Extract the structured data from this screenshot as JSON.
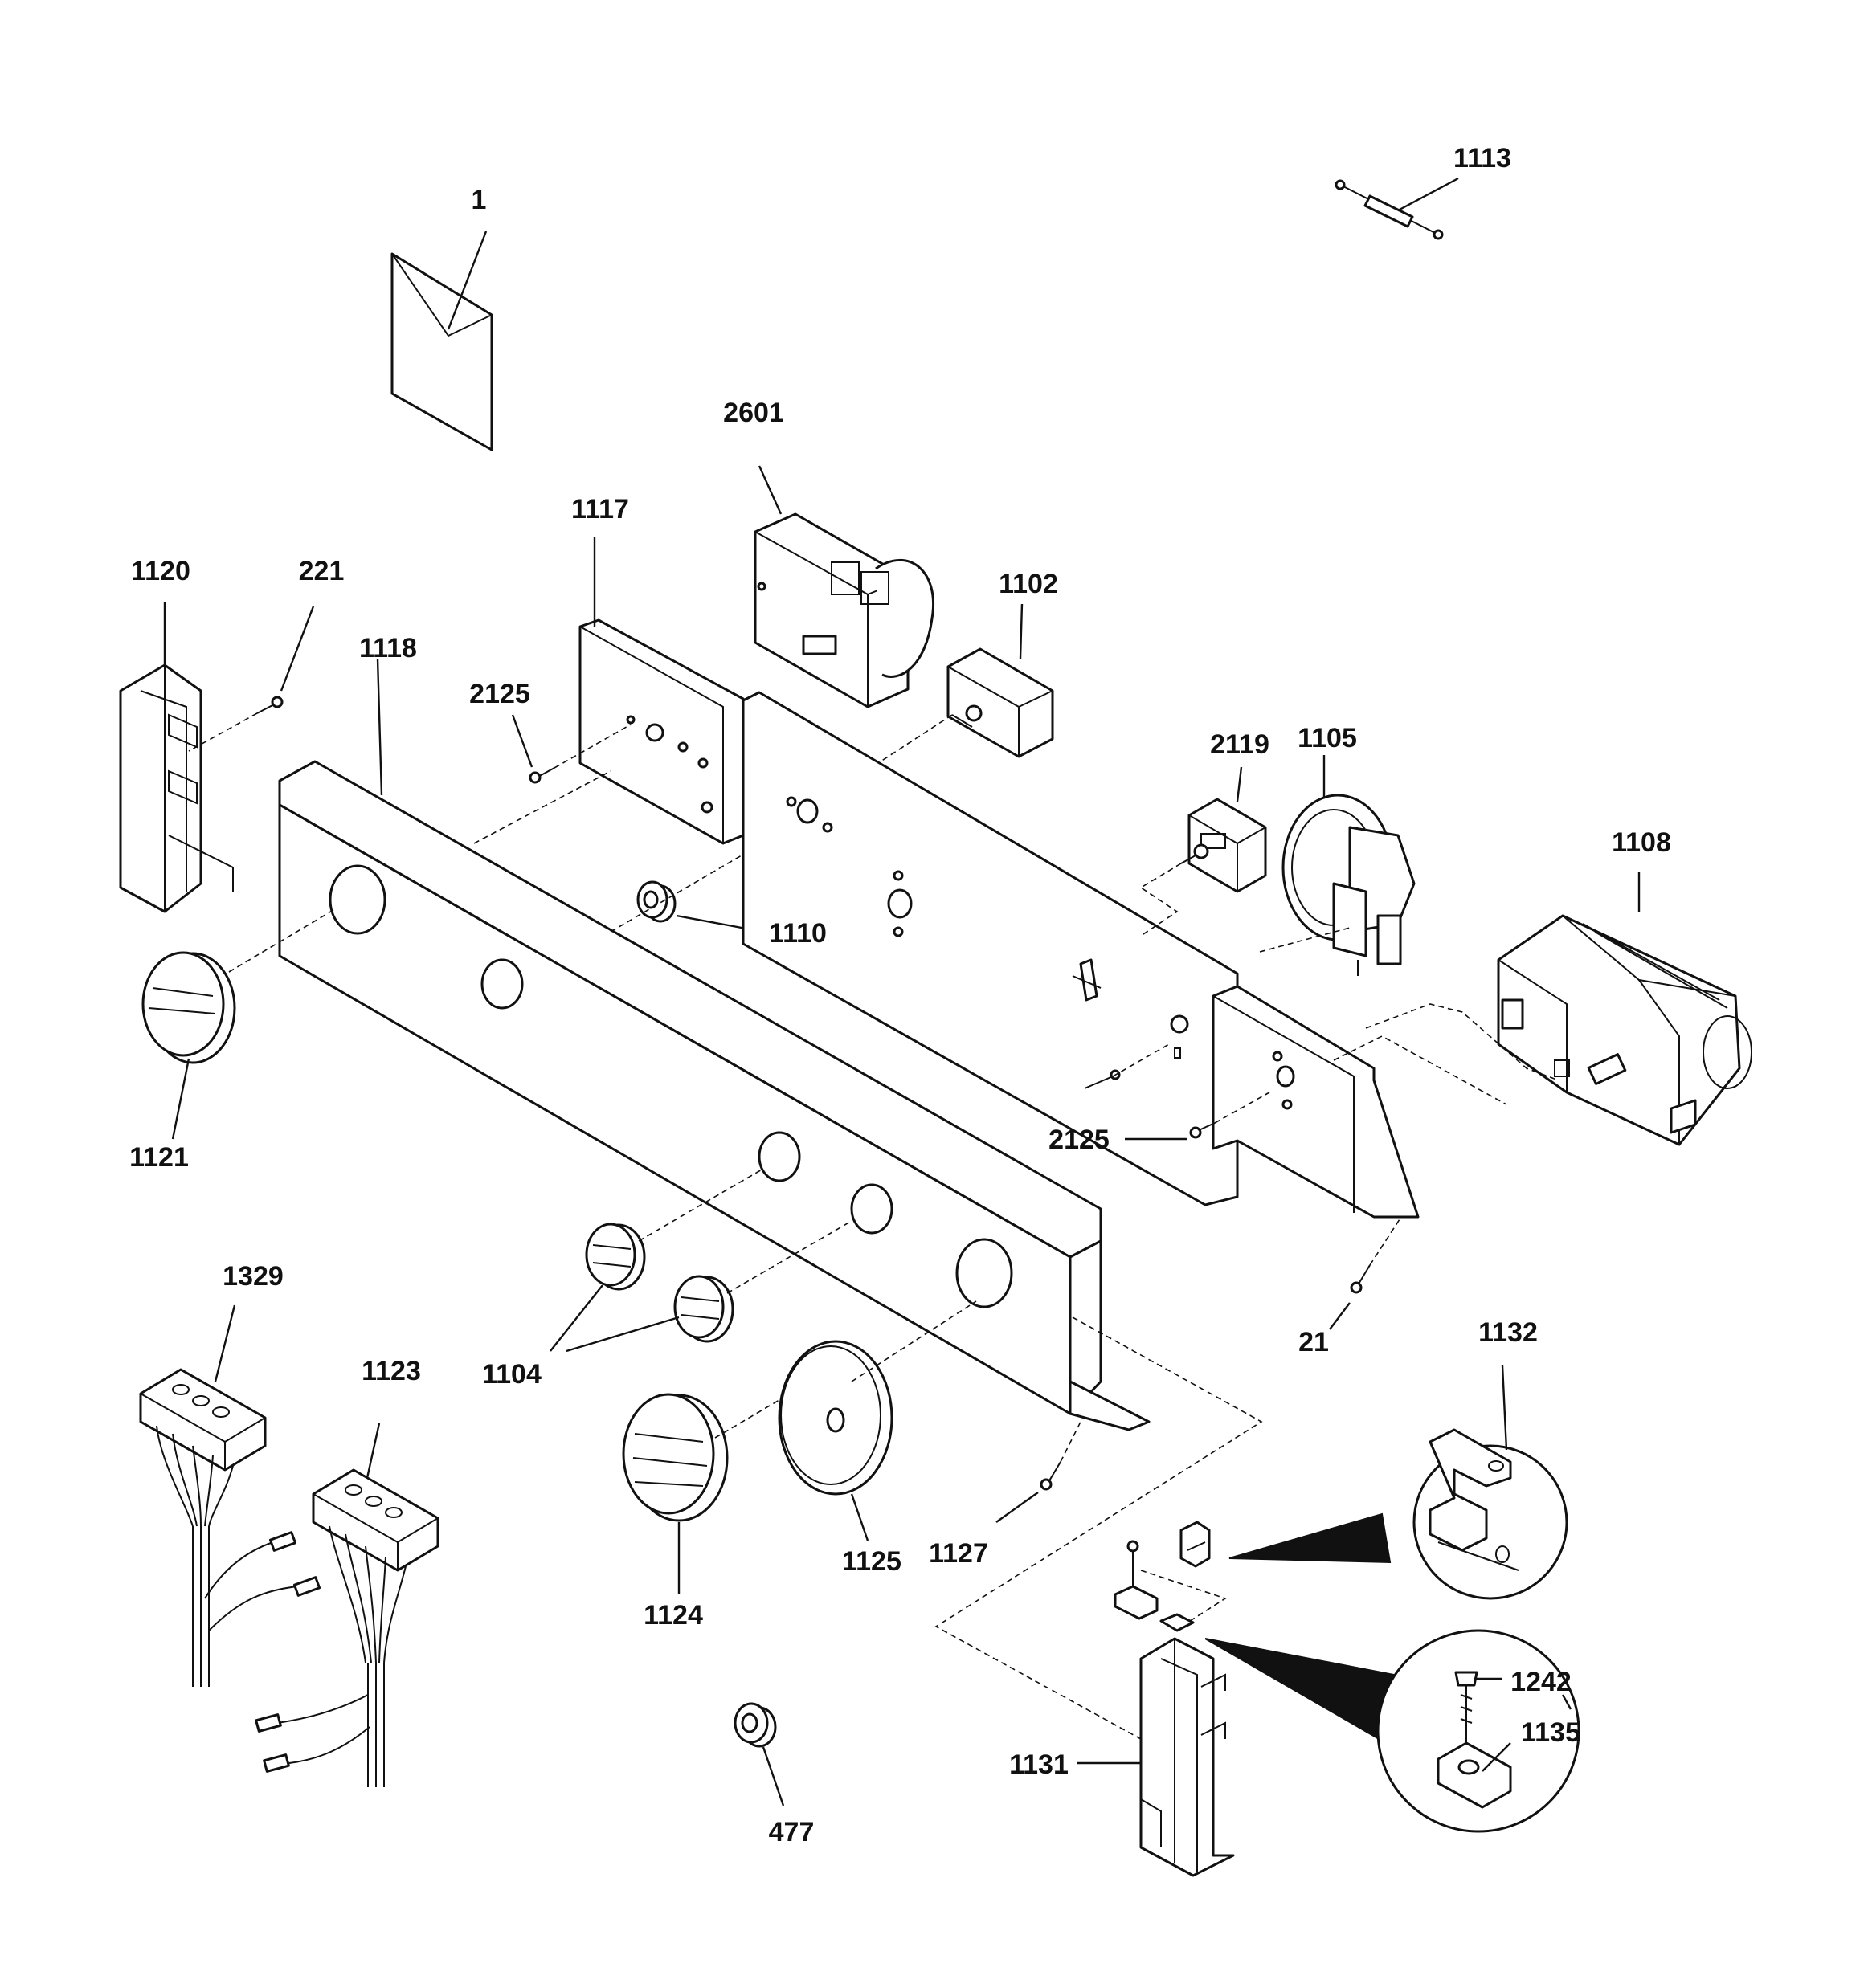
{
  "diagram": {
    "part_labels": [
      {
        "id": "p1",
        "text": "1"
      },
      {
        "id": "p1113",
        "text": "1113"
      },
      {
        "id": "p2601",
        "text": "2601"
      },
      {
        "id": "p1117",
        "text": "1117"
      },
      {
        "id": "p1120",
        "text": "1120"
      },
      {
        "id": "p221",
        "text": "221"
      },
      {
        "id": "p1102",
        "text": "1102"
      },
      {
        "id": "p1118",
        "text": "1118"
      },
      {
        "id": "p2125a",
        "text": "2125"
      },
      {
        "id": "p2119",
        "text": "2119"
      },
      {
        "id": "p1105",
        "text": "1105"
      },
      {
        "id": "p1108",
        "text": "1108"
      },
      {
        "id": "p1110",
        "text": "1110"
      },
      {
        "id": "p1121",
        "text": "1121"
      },
      {
        "id": "p2125b",
        "text": "2125"
      },
      {
        "id": "p1329",
        "text": "1329"
      },
      {
        "id": "p21",
        "text": "21"
      },
      {
        "id": "p1132",
        "text": "1132"
      },
      {
        "id": "p1104",
        "text": "1104"
      },
      {
        "id": "p1123",
        "text": "1123"
      },
      {
        "id": "p1127",
        "text": "1127"
      },
      {
        "id": "p1125",
        "text": "1125"
      },
      {
        "id": "p1124",
        "text": "1124"
      },
      {
        "id": "p1242",
        "text": "1242"
      },
      {
        "id": "p1135",
        "text": "1135"
      },
      {
        "id": "p1131",
        "text": "1131"
      },
      {
        "id": "p477",
        "text": "477"
      }
    ]
  }
}
